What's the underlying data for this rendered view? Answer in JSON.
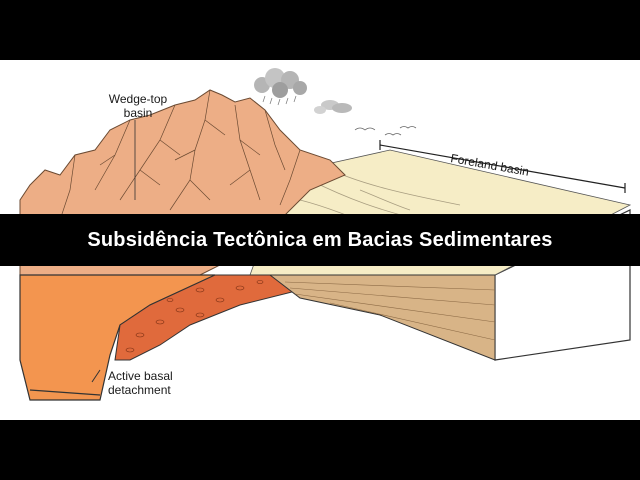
{
  "video": {
    "title": "Subsidência Tectônica em Bacias Sedimentares"
  },
  "diagram": {
    "labels": {
      "wedge_top_line1": "Wedge-top",
      "wedge_top_line2": "basin",
      "foreland_basin": "Foreland basin",
      "detachment_line1": "Active basal",
      "detachment_line2": "detachment"
    }
  },
  "colors": {
    "background": "#000000",
    "mountain": "#EDAE86",
    "thrust_wedge": "#F3954F",
    "conglomerate": "#E06A3C",
    "foreland_plain": "#F6EDC6",
    "block_side": "#FFFFFF",
    "title_text": "#FFFFFF"
  }
}
